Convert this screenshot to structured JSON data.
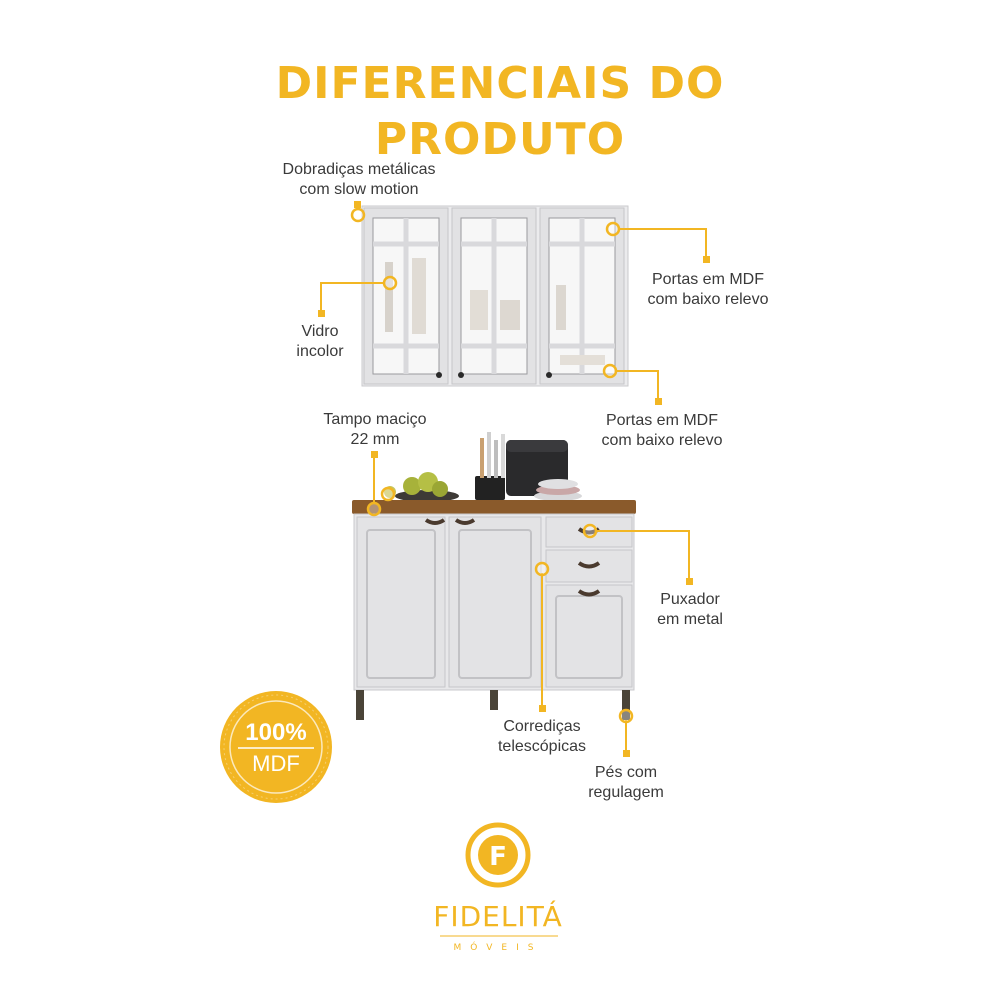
{
  "heading": {
    "line1": "DIFERENCIAIS DO",
    "line2": "PRODUTO"
  },
  "features": {
    "hinges": {
      "line1": "Dobradiças metálicas",
      "line2": "com slow motion"
    },
    "doors_top": {
      "line1": "Portas em MDF",
      "line2": "com baixo relevo"
    },
    "glass": {
      "line1": "Vidro",
      "line2": "incolor"
    },
    "doors_mid": {
      "line1": "Portas em MDF",
      "line2": "com baixo relevo"
    },
    "countertop": {
      "line1": "Tampo maciço",
      "line2": "22 mm"
    },
    "handle": {
      "line1": "Puxador",
      "line2": "em metal"
    },
    "slides": {
      "line1": "Corrediças",
      "line2": "telescópicas"
    },
    "feet": {
      "line1": "Pés com",
      "line2": "regulagem"
    }
  },
  "seal": {
    "percent": "100%",
    "material": "MDF"
  },
  "brand": {
    "name": "FIDELITÁ",
    "sub": "MÓVEIS",
    "initial": "F"
  },
  "colors": {
    "accent": "#f2b623",
    "cabinet": "#e4e4e6",
    "wood": "#8a5a2b"
  }
}
